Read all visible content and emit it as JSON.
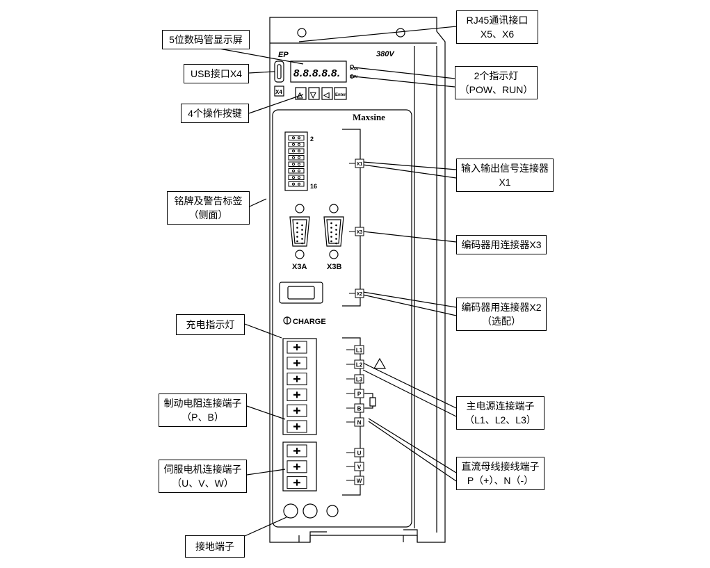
{
  "device": {
    "model_label": "380V",
    "brand_badge": "EP",
    "brand_name": "Maxsine",
    "usb_port_label": "X4",
    "display_digits": "8.8.8.8.8.",
    "led_labels": [
      "POW",
      "RUN"
    ],
    "buttons": [
      "△",
      "▽",
      "◁",
      "Enter"
    ],
    "io_pin_top": "2",
    "io_pin_bottom": "16",
    "connector_tags": [
      "X1",
      "X3",
      "X2"
    ],
    "encoder_ports": [
      "X3A",
      "X3B"
    ],
    "charge_label": "CHARGE",
    "power_terminals": [
      "L1",
      "L2",
      "L3",
      "P",
      "B",
      "N"
    ],
    "motor_terminals": [
      "U",
      "V",
      "W"
    ]
  },
  "callouts": {
    "rj45": [
      "RJ45通讯接口",
      "X5、X6"
    ],
    "display": [
      "5位数码管显示屏"
    ],
    "indicator": [
      "2个指示灯",
      "（POW、RUN）"
    ],
    "usb": [
      "USB接口X4"
    ],
    "keys": [
      "4个操作按键"
    ],
    "io_connector": [
      "输入输出信号连接器",
      "X1"
    ],
    "nameplate": [
      "铭牌及警告标签",
      "（侧面）"
    ],
    "encoder_x3": [
      "编码器用连接器X3"
    ],
    "encoder_x2": [
      "编码器用连接器X2",
      "（选配）"
    ],
    "charge_led": [
      "充电指示灯"
    ],
    "main_power": [
      "主电源连接端子",
      "（L1、L2、L3）"
    ],
    "brake_resistor": [
      "制动电阻连接端子",
      "（P、B）"
    ],
    "dc_bus": [
      "直流母线接线端子",
      "P（+）、N（-）"
    ],
    "motor": [
      "伺服电机连接端子",
      "（U、V、W）"
    ],
    "ground": [
      "接地端子"
    ]
  }
}
